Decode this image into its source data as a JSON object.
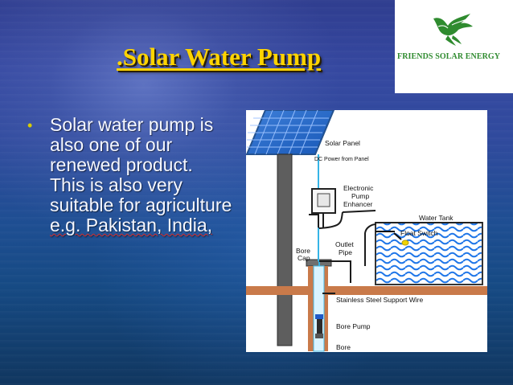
{
  "slide": {
    "title": ".Solar Water Pump",
    "bullet_lines": [
      "Solar water pump is",
      "also one of our",
      "renewed product.",
      "This is also very",
      "suitable for agriculture",
      "e.g. Pakistan, India,"
    ]
  },
  "logo": {
    "text": "FRIENDS SOLAR ENERGY",
    "icon": "eagle-logo-icon"
  },
  "diagram": {
    "solar_panel_label": "Solar Panel",
    "dc_power_label": "DC Power from Panel",
    "enhancer_label_1": "Electronic",
    "enhancer_label_2": "Pump",
    "enhancer_label_3": "Enhancer",
    "water_tank_label": "Water Tank",
    "float_switch_label": "Float Switch",
    "bore_cap_label_1": "Bore",
    "bore_cap_label_2": "Cap",
    "outlet_pipe_label_1": "Outlet",
    "outlet_pipe_label_2": "Pipe",
    "support_wire_label": "Stainless Steel Support Wire",
    "bore_pump_label": "Bore Pump",
    "bore_label": "Bore"
  },
  "colors": {
    "title": "#ffd400",
    "bullet": "#d8cc00",
    "logo_green": "#2f8b2f",
    "water_blue": "#2f7df0",
    "ground_brown": "#c97a4a"
  }
}
